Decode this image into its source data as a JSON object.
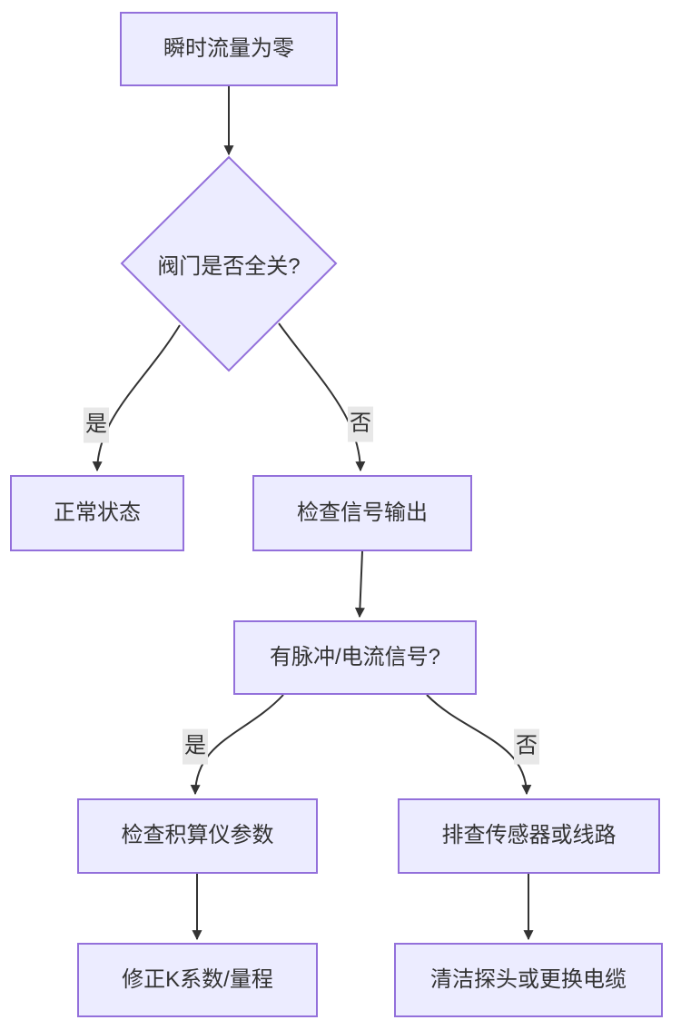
{
  "diagram": {
    "type": "flowchart",
    "direction": "top-down",
    "colors": {
      "background": "#ffffff",
      "node_fill": "#ececff",
      "node_border": "#9370db",
      "edge_color": "#333333",
      "text_color": "#333333",
      "edge_label_bg": "#e8e8e8"
    },
    "nodes": {
      "start": {
        "label": "瞬时流量为零",
        "shape": "rectangle"
      },
      "valve_decision": {
        "label": "阀门是否全关?",
        "shape": "diamond"
      },
      "normal": {
        "label": "正常状态",
        "shape": "rectangle"
      },
      "check_signal": {
        "label": "检查信号输出",
        "shape": "rectangle"
      },
      "pulse_decision": {
        "label": "有脉冲/电流信号?",
        "shape": "rectangle"
      },
      "check_totalizer": {
        "label": "检查积算仪参数",
        "shape": "rectangle"
      },
      "check_sensor": {
        "label": "排查传感器或线路",
        "shape": "rectangle"
      },
      "fix_k_factor": {
        "label": "修正K系数/量程",
        "shape": "rectangle"
      },
      "clean_probe": {
        "label": "清洁探头或更换电缆",
        "shape": "rectangle"
      }
    },
    "edges": [
      {
        "from": "start",
        "to": "valve_decision",
        "label": ""
      },
      {
        "from": "valve_decision",
        "to": "normal",
        "label": "是"
      },
      {
        "from": "valve_decision",
        "to": "check_signal",
        "label": "否"
      },
      {
        "from": "check_signal",
        "to": "pulse_decision",
        "label": ""
      },
      {
        "from": "pulse_decision",
        "to": "check_totalizer",
        "label": "是"
      },
      {
        "from": "pulse_decision",
        "to": "check_sensor",
        "label": "否"
      },
      {
        "from": "check_totalizer",
        "to": "fix_k_factor",
        "label": ""
      },
      {
        "from": "check_sensor",
        "to": "clean_probe",
        "label": ""
      }
    ]
  }
}
